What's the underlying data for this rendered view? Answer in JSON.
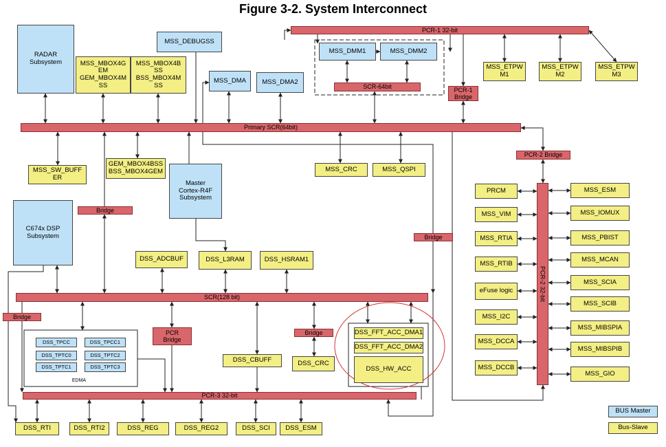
{
  "figure": {
    "title": "Figure 3-2. System Interconnect"
  },
  "colors": {
    "master": "#bfe1f7",
    "slave": "#f3ef84",
    "bus": "#d9666b",
    "highlight_circle": "#d03030",
    "line": "#222222"
  },
  "masters": {
    "radar": "RADAR\nSubsystem",
    "debugss": "MSS_DEBUGSS",
    "dma": "MSS_DMA",
    "dma2": "MSS_DMA2",
    "dmm1": "MSS_DMM1",
    "dmm2": "MSS_DMM2",
    "cortex": "Master\nCortex-R4F\nSubsystem",
    "dsp": "C674x DSP\nSubsystem"
  },
  "slaves": {
    "mbox4g": "MSS_MBOX4G\nEM\nGEM_MBOX4M\nSS",
    "mbox4b": "MSS_MBOX4B\nSS\nBSS_MBOX4M\nSS",
    "etpwm1": "MSS_ETPW\nM1",
    "etpwm2": "MSS_ETPW\nM2",
    "etpwm3": "MSS_ETPW\nM3",
    "sw_buffer": "MSS_SW_BUFF\nER",
    "gem_bss": "GEM_MBOX4BSS\nBSS_MBOX4GEM",
    "crc": "MSS_CRC",
    "qspi": "MSS_QSPI",
    "prcm": "PRCM",
    "vim": "MSS_VIM",
    "rtia": "MSS_RTIA",
    "rtib": "MSS_RTIB",
    "efuse": "eFuse logic",
    "i2c": "MSS_I2C",
    "dcca": "MSS_DCCA",
    "dccb": "MSS_DCCB",
    "esm": "MSS_ESM",
    "iomux": "MSS_IOMUX",
    "pbist": "MSS_PBIST",
    "mcan": "MSS_MCAN",
    "scia": "MSS_SCIA",
    "scib": "MSS_SCIB",
    "mibspia": "MSS_MIBSPIA",
    "mibspib": "MSS_MIBSPIB",
    "gio": "MSS_GIO",
    "adcbuf": "DSS_ADCBUF",
    "l3ram": "DSS_L3RAM",
    "hsram1": "DSS_HSRAM1",
    "cbuff": "DSS_CBUFF",
    "dss_crc": "DSS_CRC",
    "fft_dma1": "DSS_FFT_ACC_DMA1",
    "fft_dma2": "DSS_FFT_ACC_DMA2",
    "hw_acc": "DSS_HW_ACC",
    "dss_rti": "DSS_RTI",
    "dss_rti2": "DSS_RTI2",
    "dss_reg": "DSS_REG",
    "dss_reg2": "DSS_REG2",
    "dss_sci": "DSS_SCI",
    "dss_esm": "DSS_ESM"
  },
  "buses": {
    "pcr1": "PCR-1 32-bit",
    "scr64": "SCR-64bit",
    "pcr1_bridge": "PCR-1\nBridge",
    "primary": "Primary SCR(64bit)",
    "pcr2_bridge": "PCR-2 Bridge",
    "pcr2": "PCR-2 32-bit",
    "bridge_left": "Bridge",
    "bridge_right": "Bridge",
    "scr128": "SCR(128 bit)",
    "bridge_far_left": "Bridge",
    "pcr_bridge": "PCR\nBridge",
    "bridge_crc": "Bridge",
    "pcr3": "PCR-3 32-bit"
  },
  "edma": {
    "label": "EDMA",
    "items": [
      "DSS_TPCC",
      "DSS_TPCC1",
      "DSS_TPTC0",
      "DSS_TPTC2",
      "DSS_TPTC1",
      "DSS_TPTC3"
    ]
  },
  "legend": {
    "master": "BUS Master",
    "slave": "Bus-Slave"
  }
}
